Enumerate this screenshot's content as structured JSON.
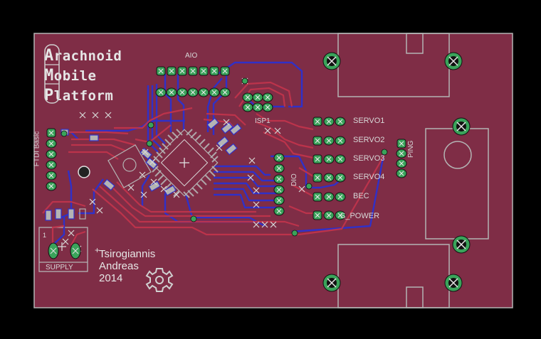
{
  "board": {
    "title_lines": [
      "Arachnoid",
      "Mobile",
      "Platform"
    ],
    "title_initials": [
      "A",
      "M",
      "P"
    ],
    "title_rest": [
      "rachnoid",
      "obile",
      "latform"
    ],
    "author_lines": [
      "Tsirogiannis",
      "Andreas",
      "2014"
    ],
    "colors": {
      "background": "#000000",
      "board_fill": "#7f2d46",
      "outline": "#b4b4b4",
      "top_trace": "#c0344c",
      "bottom_trace": "#3030c8",
      "pad": "#3aa35a",
      "silk": "#d8d8d8"
    }
  },
  "labels": {
    "aio": "AIO",
    "isp": "ISP1",
    "ftdi": "FTDI Basic",
    "supply": "SUPPLY",
    "servo1": "SERVO1",
    "servo2": "SERVO2",
    "servo3": "SERVO3",
    "servo4": "SERVO4",
    "bec": "BEC",
    "s_power": "S_POWER",
    "ping": "PING",
    "dio": "DIO"
  },
  "icons": {
    "logo": "open-hardware-gear-icon",
    "mount": "mounting-hole-icon",
    "pad": "pad-icon"
  }
}
